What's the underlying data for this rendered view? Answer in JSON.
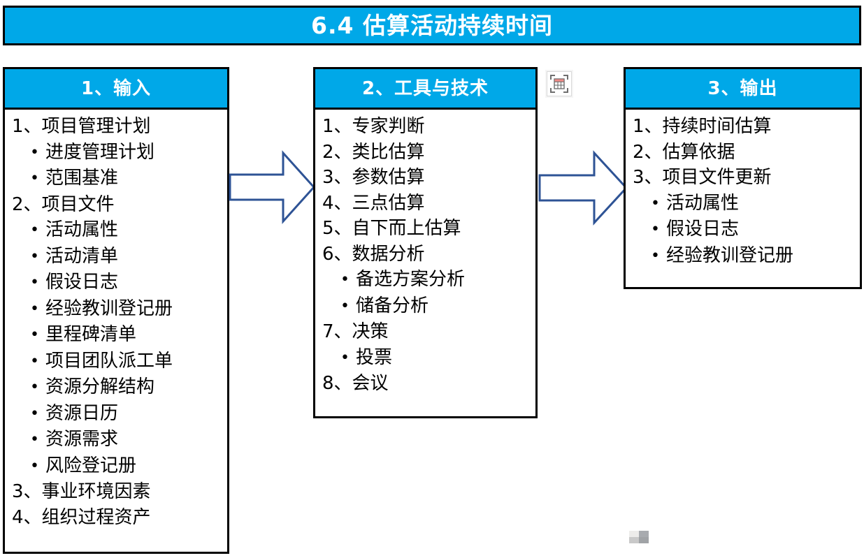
{
  "title": {
    "number": "6.4",
    "text": "6.4  估算活动持续时间"
  },
  "colors": {
    "header_fill": "#00A8E8",
    "header_text": "#ffffff",
    "box_border": "#000000",
    "arrow_outline": "#2E5395",
    "arrow_fill": "#ffffff",
    "body_text": "#000000"
  },
  "columns": [
    {
      "id": "inputs",
      "header": "1、输入",
      "items": [
        {
          "level": 1,
          "label": "1、项目管理计划"
        },
        {
          "level": 2,
          "label": "进度管理计划"
        },
        {
          "level": 2,
          "label": "范围基准"
        },
        {
          "level": 1,
          "label": "2、项目文件"
        },
        {
          "level": 2,
          "label": "活动属性"
        },
        {
          "level": 2,
          "label": "活动清单"
        },
        {
          "level": 2,
          "label": "假设日志"
        },
        {
          "level": 2,
          "label": "经验教训登记册"
        },
        {
          "level": 2,
          "label": "里程碑清单"
        },
        {
          "level": 2,
          "label": "项目团队派工单"
        },
        {
          "level": 2,
          "label": "资源分解结构"
        },
        {
          "level": 2,
          "label": "资源日历"
        },
        {
          "level": 2,
          "label": "资源需求"
        },
        {
          "level": 2,
          "label": "风险登记册"
        },
        {
          "level": 1,
          "label": "3、事业环境因素"
        },
        {
          "level": 1,
          "label": "4、组织过程资产"
        }
      ]
    },
    {
      "id": "tools",
      "header": "2、工具与技术",
      "items": [
        {
          "level": 1,
          "label": "1、专家判断"
        },
        {
          "level": 1,
          "label": "2、类比估算"
        },
        {
          "level": 1,
          "label": "3、参数估算"
        },
        {
          "level": 1,
          "label": "4、三点估算"
        },
        {
          "level": 1,
          "label": "5、自下而上估算"
        },
        {
          "level": 1,
          "label": "6、数据分析"
        },
        {
          "level": 2,
          "label": "备选方案分析"
        },
        {
          "level": 2,
          "label": "储备分析"
        },
        {
          "level": 1,
          "label": "7、决策"
        },
        {
          "level": 2,
          "label": "投票"
        },
        {
          "level": 1,
          "label": "8、会议"
        }
      ]
    },
    {
      "id": "outputs",
      "header": "3、输出",
      "items": [
        {
          "level": 1,
          "label": "1、持续时间估算"
        },
        {
          "level": 1,
          "label": "2、估算依据"
        },
        {
          "level": 1,
          "label": "3、项目文件更新"
        },
        {
          "level": 2,
          "label": "活动属性"
        },
        {
          "level": 2,
          "label": "假设日志"
        },
        {
          "level": 2,
          "label": "经验教训登记册"
        }
      ]
    }
  ],
  "arrows": [
    {
      "id": "arrow-inputs-to-tools",
      "name": "flow-arrow-right"
    },
    {
      "id": "arrow-tools-to-outputs",
      "name": "flow-arrow-right"
    }
  ],
  "overlay": {
    "table_icon_name": "table-insert-icon"
  }
}
